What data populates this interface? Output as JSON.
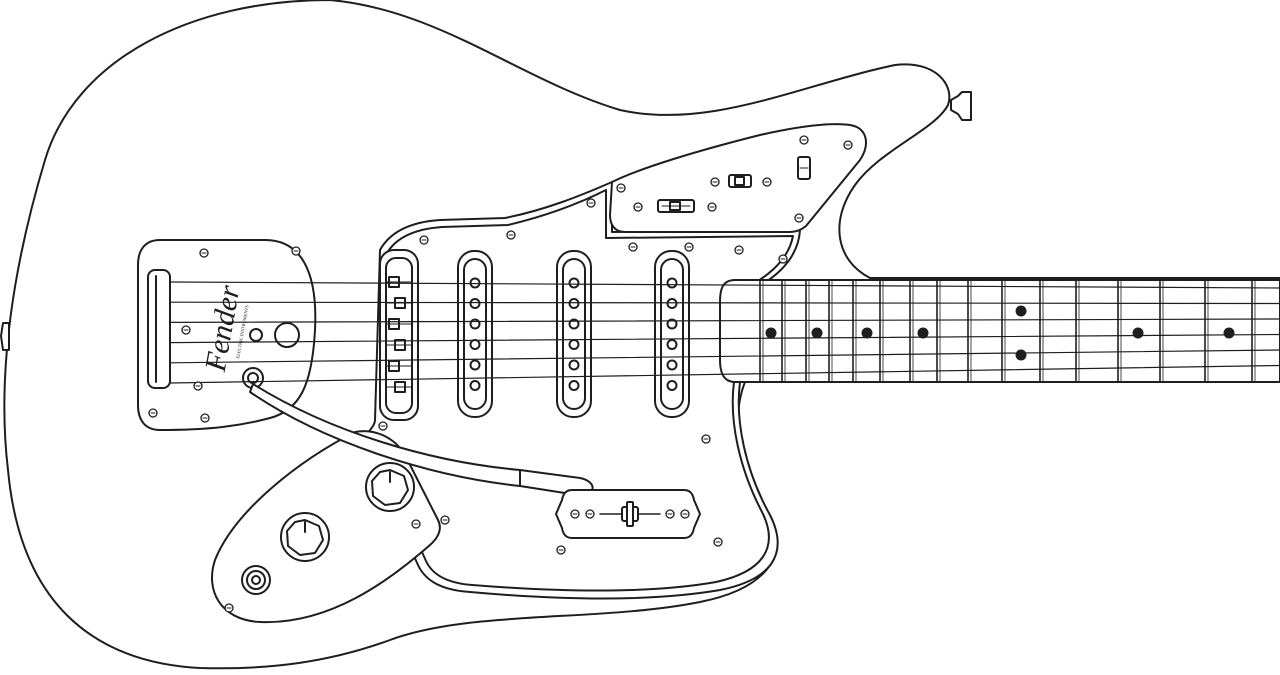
{
  "drawing": {
    "subject": "guitar-line-drawing",
    "line_color": "#1e1e1e",
    "fill_color": "#ffffff",
    "background": "#ffffff"
  },
  "logo": {
    "wordmark": "Fender",
    "fine_print": "ELECTRIC INSTRUMENTS"
  },
  "strings": {
    "count": 6
  },
  "pickups": {
    "count": 4,
    "poles_per_pickup": 6
  },
  "fretboard": {
    "single_inlays": 6,
    "double_inlays": 1
  }
}
